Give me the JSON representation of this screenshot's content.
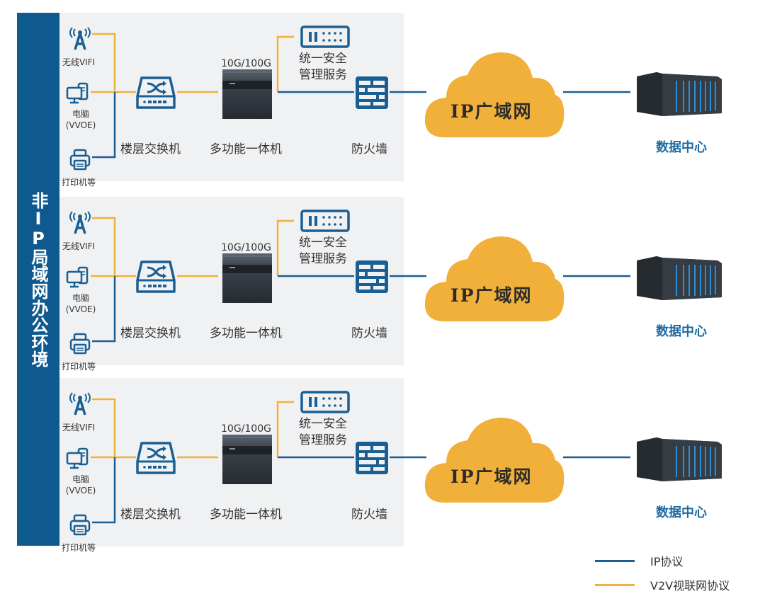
{
  "sidebar": {
    "label": "非IP局域网办公环境"
  },
  "colors": {
    "ip": "#1e5f93",
    "v2v": "#efb23b",
    "sidebar": "#0e5a8e",
    "panel": "#f0f1f3",
    "icon": "#1a5f93",
    "cloud": "#f0b03a",
    "datacenter_label": "#1f6aa3"
  },
  "rows": [
    {
      "endpoints": {
        "wifi": "无线VIFI",
        "pc_line1": "电脑",
        "pc_line2": "(VVOE)",
        "printer": "打印机等"
      },
      "switch": "楼层交换机",
      "speed": "10G/100G",
      "aio": "多功能一体机",
      "security_line1": "统一安全",
      "security_line2": "管理服务",
      "firewall": "防火墙",
      "wan": "IP广域网",
      "datacenter": "数据中心"
    },
    {
      "endpoints": {
        "wifi": "无线VIFI",
        "pc_line1": "电脑",
        "pc_line2": "(VVOE)",
        "printer": "打印机等"
      },
      "switch": "楼层交换机",
      "speed": "10G/100G",
      "aio": "多功能一体机",
      "security_line1": "统一安全",
      "security_line2": "管理服务",
      "firewall": "防火墙",
      "wan": "IP广域网",
      "datacenter": "数据中心"
    },
    {
      "endpoints": {
        "wifi": "无线VIFI",
        "pc_line1": "电脑",
        "pc_line2": "(VVOE)",
        "printer": "打印机等"
      },
      "switch": "楼层交换机",
      "speed": "10G/100G",
      "aio": "多功能一体机",
      "security_line1": "统一安全",
      "security_line2": "管理服务",
      "firewall": "防火墙",
      "wan": "IP广域网",
      "datacenter": "数据中心"
    }
  ],
  "legend": [
    {
      "label": "IP协议",
      "protocol": "ip"
    },
    {
      "label": "V2V视联网协议",
      "protocol": "v2v"
    }
  ]
}
